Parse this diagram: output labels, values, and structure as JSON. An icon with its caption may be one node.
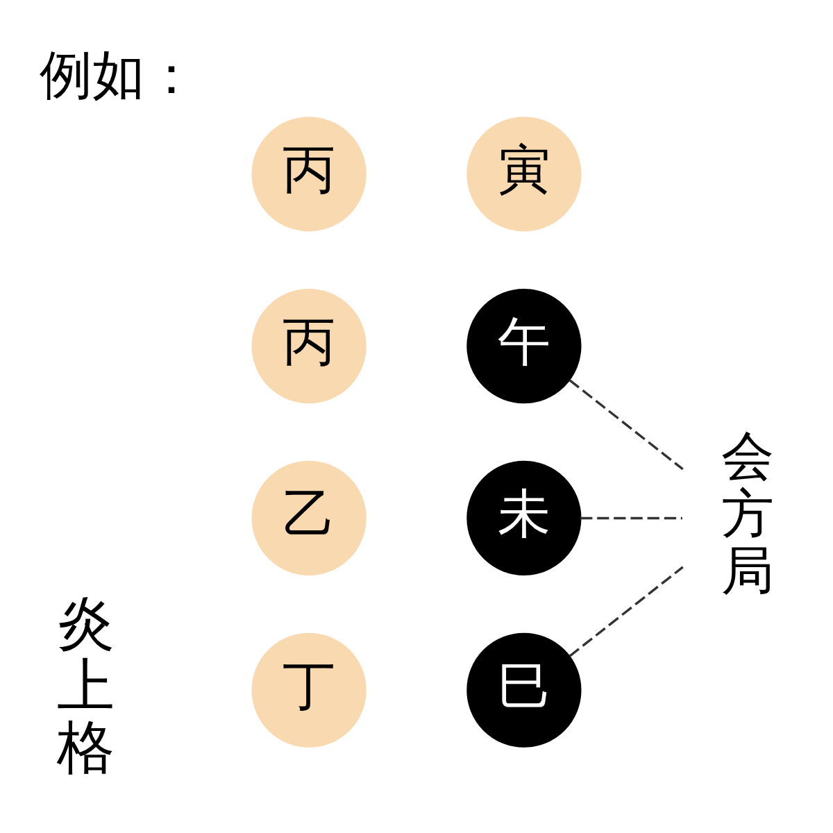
{
  "diagram": {
    "title": "例如：",
    "nodes": [
      {
        "text": [
          "丁"
        ]
      },
      {
        "text": [
          "巳"
        ]
      },
      {
        "text": [
          "丙"
        ]
      },
      {
        "text": [
          "午"
        ]
      },
      {
        "text": [
          "丙"
        ]
      },
      {
        "text": [
          "寅"
        ]
      },
      {
        "text": [
          "乙"
        ]
      },
      {
        "text": [
          "未"
        ]
      },
      {
        "text": [
          "会方局"
        ]
      }
    ],
    "edges": [
      {
        "from": 1,
        "to": 8,
        "arrow": "none",
        "style": "dashed"
      },
      {
        "from": 3,
        "to": 8,
        "arrow": "none",
        "style": "dashed"
      },
      {
        "from": 7,
        "to": 8,
        "arrow": "none",
        "style": "dashed"
      }
    ],
    "labels": [
      "炎上格"
    ]
  }
}
